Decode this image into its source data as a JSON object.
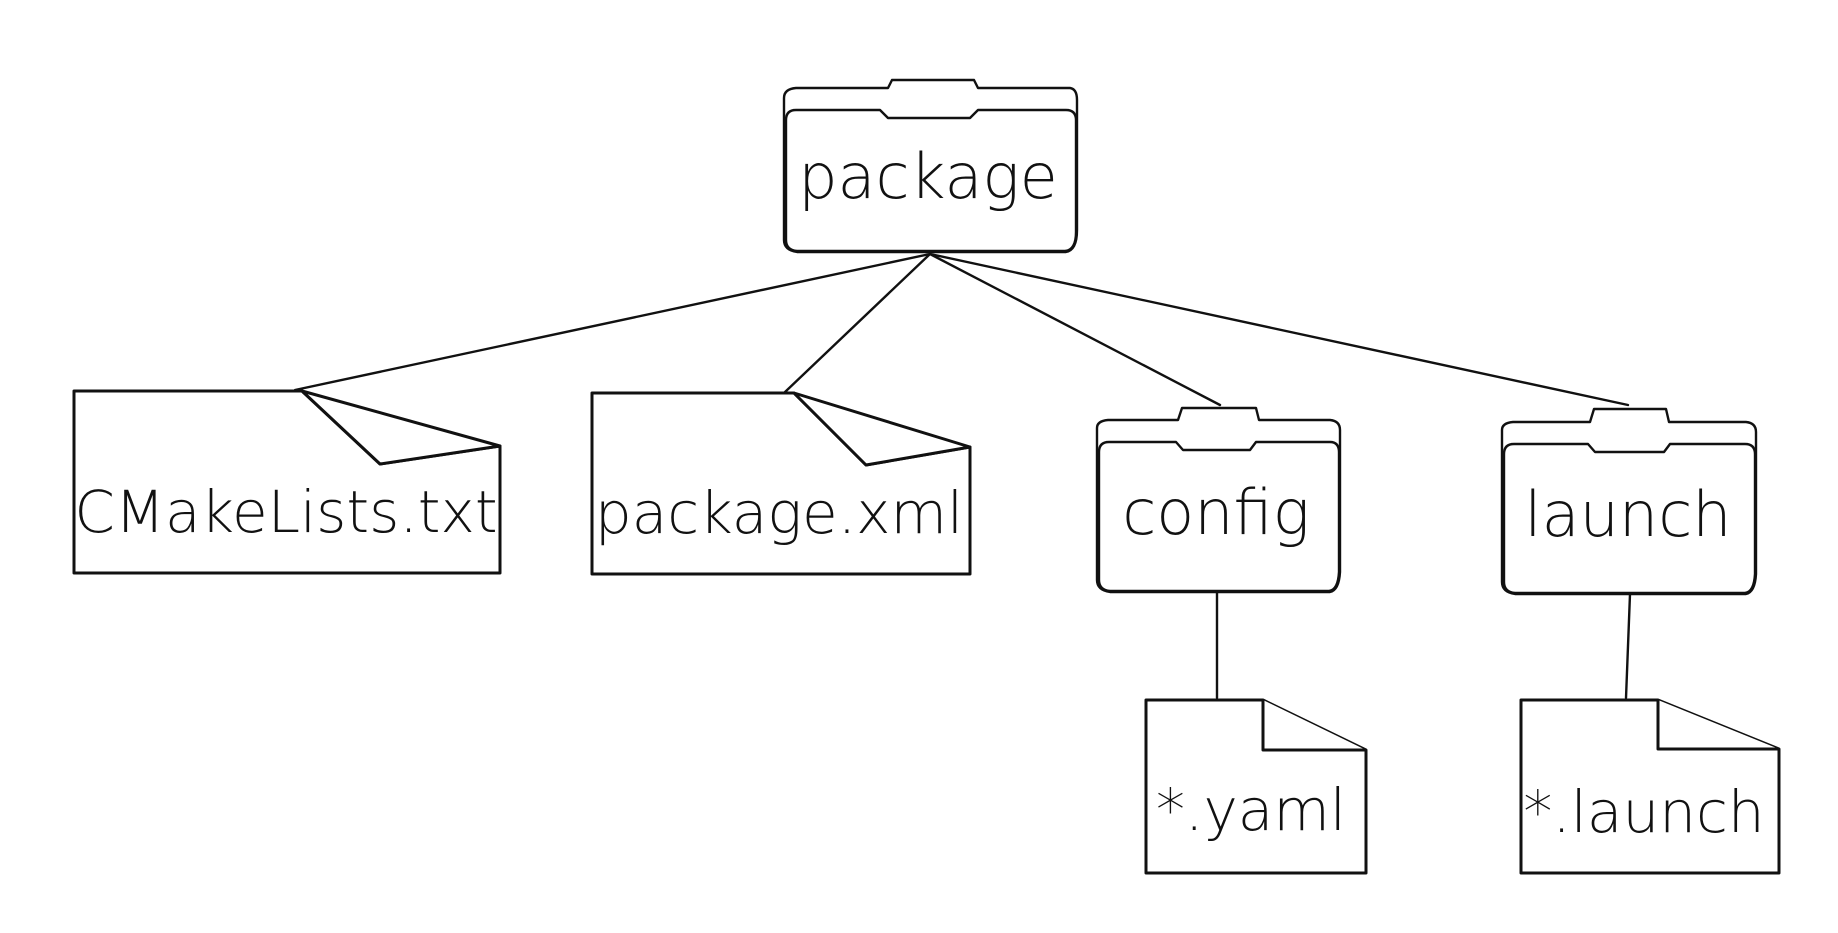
{
  "diagram": {
    "root": {
      "label": "package",
      "kind": "folder"
    },
    "children": [
      {
        "label": "CMakeLists.txt",
        "kind": "file"
      },
      {
        "label": "package.xml",
        "kind": "file"
      },
      {
        "label": "config",
        "kind": "folder"
      },
      {
        "label": "launch",
        "kind": "folder"
      }
    ],
    "grandchildren": [
      {
        "label": "*.yaml",
        "kind": "file",
        "parent": "config"
      },
      {
        "label": "*.launch",
        "kind": "file",
        "parent": "launch"
      }
    ],
    "colors": {
      "stroke": "#111111",
      "background": "#ffffff"
    },
    "icons": [
      "folder-icon",
      "file-icon"
    ]
  }
}
